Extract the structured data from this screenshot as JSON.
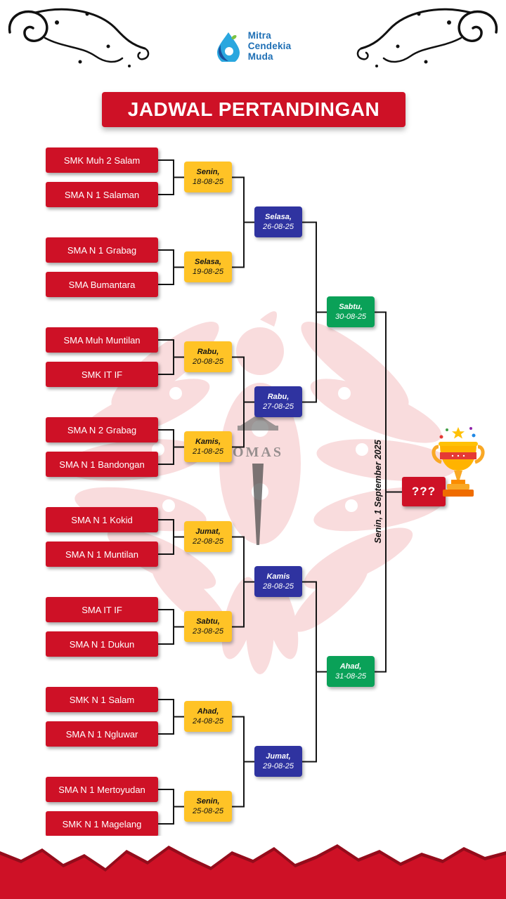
{
  "page": {
    "title": "JADWAL PERTANDINGAN"
  },
  "logo": {
    "lines": [
      "Mitra",
      "Cendekia",
      "Muda"
    ]
  },
  "colors": {
    "red": "#CE1126",
    "yellow": "#FFC326",
    "navy": "#2F33A0",
    "green": "#0AA158",
    "logo_blue": "#1E6FB5",
    "line": "#151515"
  },
  "bracket": {
    "teams": [
      "SMK Muh 2 Salam",
      "SMA N 1 Salaman",
      "SMA N 1 Grabag",
      "SMA Bumantara",
      "SMA Muh Muntilan",
      "SMK IT IF",
      "SMA N 2 Grabag",
      "SMA N 1 Bandongan",
      "SMA N 1 Kokid",
      "SMA N 1 Muntilan",
      "SMA IT IF",
      "SMA N 1 Dukun",
      "SMK N 1 Salam",
      "SMA N 1 Ngluwar",
      "SMA N 1 Mertoyudan",
      "SMK N 1 Magelang"
    ],
    "round1": [
      {
        "day": "Senin,",
        "date": "18-08-25"
      },
      {
        "day": "Selasa,",
        "date": "19-08-25"
      },
      {
        "day": "Rabu,",
        "date": "20-08-25"
      },
      {
        "day": "Kamis,",
        "date": "21-08-25"
      },
      {
        "day": "Jumat,",
        "date": "22-08-25"
      },
      {
        "day": "Sabtu,",
        "date": "23-08-25"
      },
      {
        "day": "Ahad,",
        "date": "24-08-25"
      },
      {
        "day": "Senin,",
        "date": "25-08-25"
      }
    ],
    "quarterfinals": [
      {
        "day": "Selasa,",
        "date": "26-08-25"
      },
      {
        "day": "Rabu,",
        "date": "27-08-25"
      },
      {
        "day": "Kamis",
        "date": "28-08-25"
      },
      {
        "day": "Jumat,",
        "date": "29-08-25"
      }
    ],
    "semifinals": [
      {
        "day": "Sabtu,",
        "date": "30-08-25"
      },
      {
        "day": "Ahad,",
        "date": "31-08-25"
      }
    ],
    "final": {
      "date_label": "Senin, 1 September 2025",
      "champion_placeholder": "???"
    }
  },
  "watermark_text": "OMAS"
}
